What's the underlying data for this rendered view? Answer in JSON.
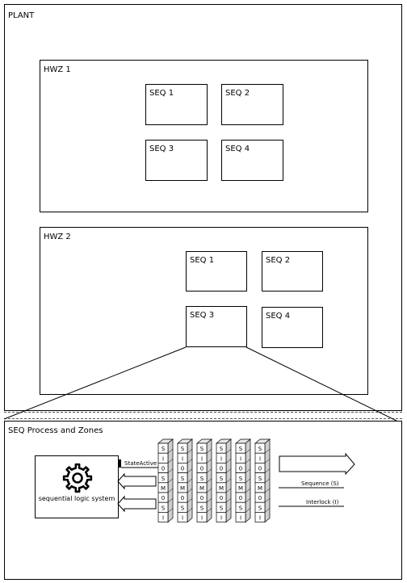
{
  "plant": {
    "label": "PLANT"
  },
  "zones": [
    {
      "label": "HWZ 1",
      "sequences": [
        "SEQ 1",
        "SEQ 2",
        "SEQ 3",
        "SEQ 4"
      ]
    },
    {
      "label": "HWZ 2",
      "sequences": [
        "SEQ 1",
        "SEQ 2",
        "SEQ 3",
        "SEQ 4"
      ]
    }
  ],
  "detail": {
    "title": "SEQ Process and Zones",
    "logic_system_label": "sequential logic system",
    "signals": {
      "state_active": "StateActive",
      "sequence": "Sequence (S)",
      "interlock": "Interlock (I)"
    },
    "column_letters": [
      "S",
      "I",
      "0",
      "S",
      "M",
      "0",
      "S",
      "I"
    ],
    "column_count": 6,
    "icons": {
      "gear": "gear-icon"
    }
  }
}
